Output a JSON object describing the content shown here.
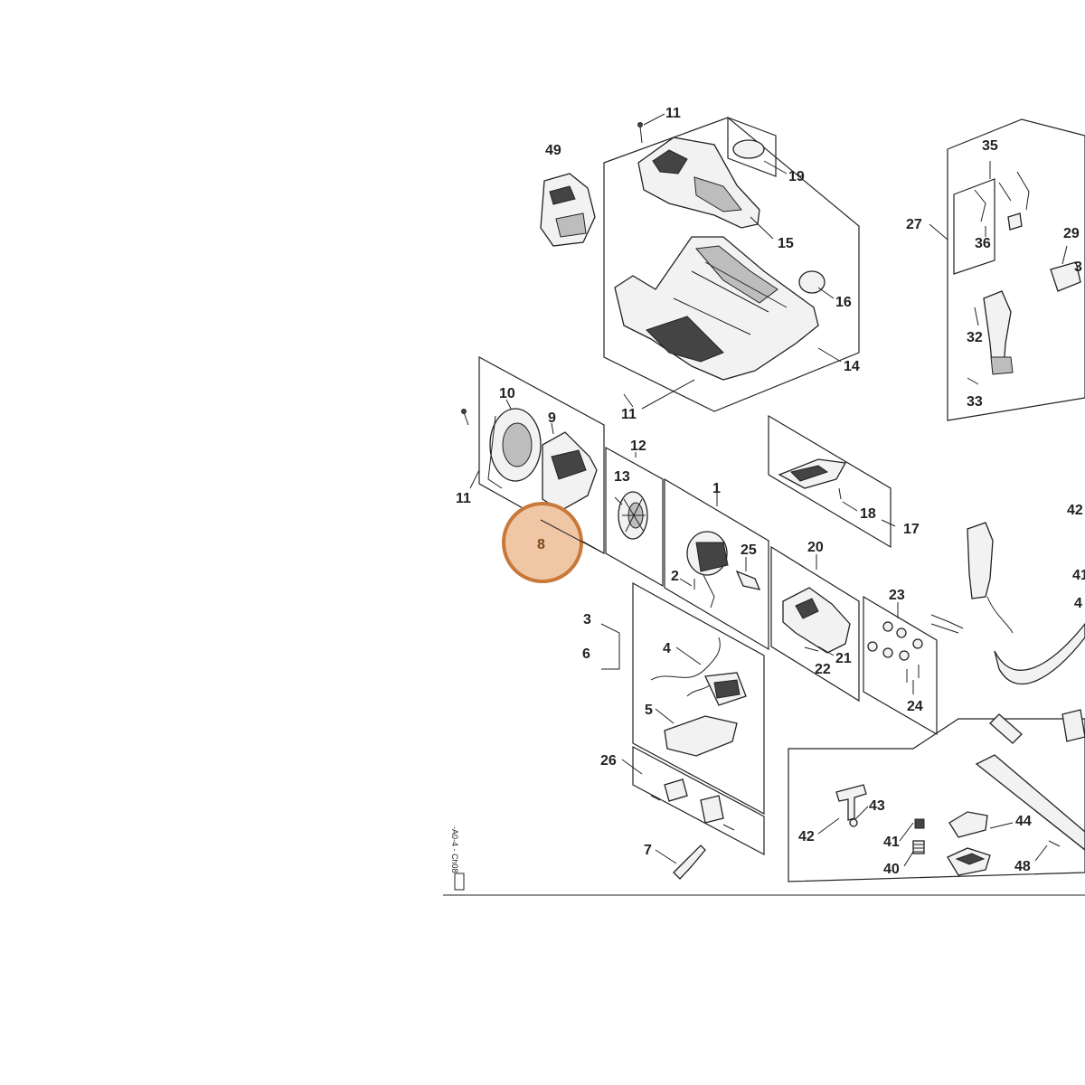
{
  "diagram": {
    "callouts": [
      {
        "id": "c11a",
        "text": "11"
      },
      {
        "id": "c49",
        "text": "49"
      },
      {
        "id": "c19",
        "text": "19"
      },
      {
        "id": "c15",
        "text": "15"
      },
      {
        "id": "c16",
        "text": "16"
      },
      {
        "id": "c14",
        "text": "14"
      },
      {
        "id": "c11b",
        "text": "11"
      },
      {
        "id": "c35",
        "text": "35"
      },
      {
        "id": "c27",
        "text": "27"
      },
      {
        "id": "c36",
        "text": "36"
      },
      {
        "id": "c29",
        "text": "29"
      },
      {
        "id": "c3r",
        "text": "3"
      },
      {
        "id": "c32",
        "text": "32"
      },
      {
        "id": "c33",
        "text": "33"
      },
      {
        "id": "c10",
        "text": "10"
      },
      {
        "id": "c9",
        "text": "9"
      },
      {
        "id": "c11c",
        "text": "11"
      },
      {
        "id": "c12",
        "text": "12"
      },
      {
        "id": "c13",
        "text": "13"
      },
      {
        "id": "c1",
        "text": "1"
      },
      {
        "id": "c25",
        "text": "25"
      },
      {
        "id": "c2",
        "text": "2"
      },
      {
        "id": "c18",
        "text": "18"
      },
      {
        "id": "c17",
        "text": "17"
      },
      {
        "id": "c20",
        "text": "20"
      },
      {
        "id": "c23",
        "text": "23"
      },
      {
        "id": "c21",
        "text": "21"
      },
      {
        "id": "c22",
        "text": "22"
      },
      {
        "id": "c24",
        "text": "24"
      },
      {
        "id": "c42r",
        "text": "42"
      },
      {
        "id": "c41r",
        "text": "41"
      },
      {
        "id": "c4r",
        "text": "4"
      },
      {
        "id": "c3",
        "text": "3"
      },
      {
        "id": "c6",
        "text": "6"
      },
      {
        "id": "c4",
        "text": "4"
      },
      {
        "id": "c5",
        "text": "5"
      },
      {
        "id": "c26",
        "text": "26"
      },
      {
        "id": "c7",
        "text": "7"
      },
      {
        "id": "c42",
        "text": "42"
      },
      {
        "id": "c43",
        "text": "43"
      },
      {
        "id": "c41",
        "text": "41"
      },
      {
        "id": "c40",
        "text": "40"
      },
      {
        "id": "c44",
        "text": "44"
      },
      {
        "id": "c48",
        "text": "48"
      }
    ],
    "highlight": {
      "text": "8",
      "color": "#c8793a",
      "fill": "#f0c7a4"
    },
    "vertical_code": "-A0-4 - Ch08",
    "colors": {
      "line": "#222222",
      "background": "#ffffff"
    }
  }
}
